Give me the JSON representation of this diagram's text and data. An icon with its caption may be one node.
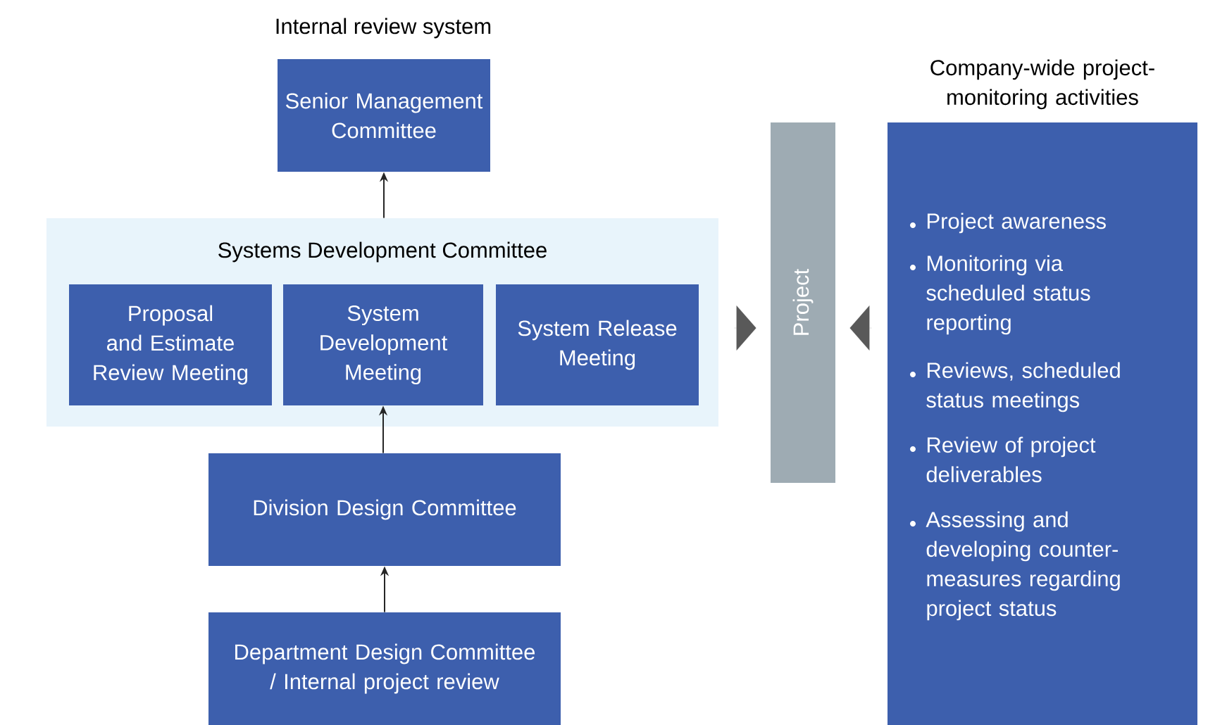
{
  "diagram": {
    "nodes": [
      {
        "text": [
          "Senior Management Committee"
        ]
      },
      {
        "text": [
          "Systems Development Committee"
        ]
      },
      {
        "text": [
          "Proposal and Estimate Review Meeting"
        ],
        "in": 1
      },
      {
        "text": [
          "System Development Meeting"
        ],
        "in": 1
      },
      {
        "text": [
          "System Release Meeting"
        ],
        "in": 1
      },
      {
        "text": [
          "Division Design Committee"
        ]
      },
      {
        "text": [
          "Department Design Committee / Internal project review"
        ]
      },
      {
        "text": [
          "Project"
        ]
      },
      {
        "text": [
          "Company-wide project-monitoring activities",
          "Project awareness",
          "Monitoring via scheduled status reporting",
          "Reviews, scheduled status meetings",
          "Review of project deliverables",
          "Assessing and developing counter-measures regarding project status"
        ]
      }
    ],
    "edges": [
      {
        "from": 6,
        "to": 5,
        "arrow": "to"
      },
      {
        "from": 5,
        "to": 3,
        "arrow": "to"
      },
      {
        "from": 1,
        "to": 0,
        "arrow": "to"
      },
      {
        "from": 1,
        "to": 7,
        "arrow": "to",
        "color": "#595959"
      },
      {
        "from": 8,
        "to": 7,
        "arrow": "to",
        "color": "#595959"
      }
    ],
    "labels": [
      "Internal review system"
    ]
  }
}
